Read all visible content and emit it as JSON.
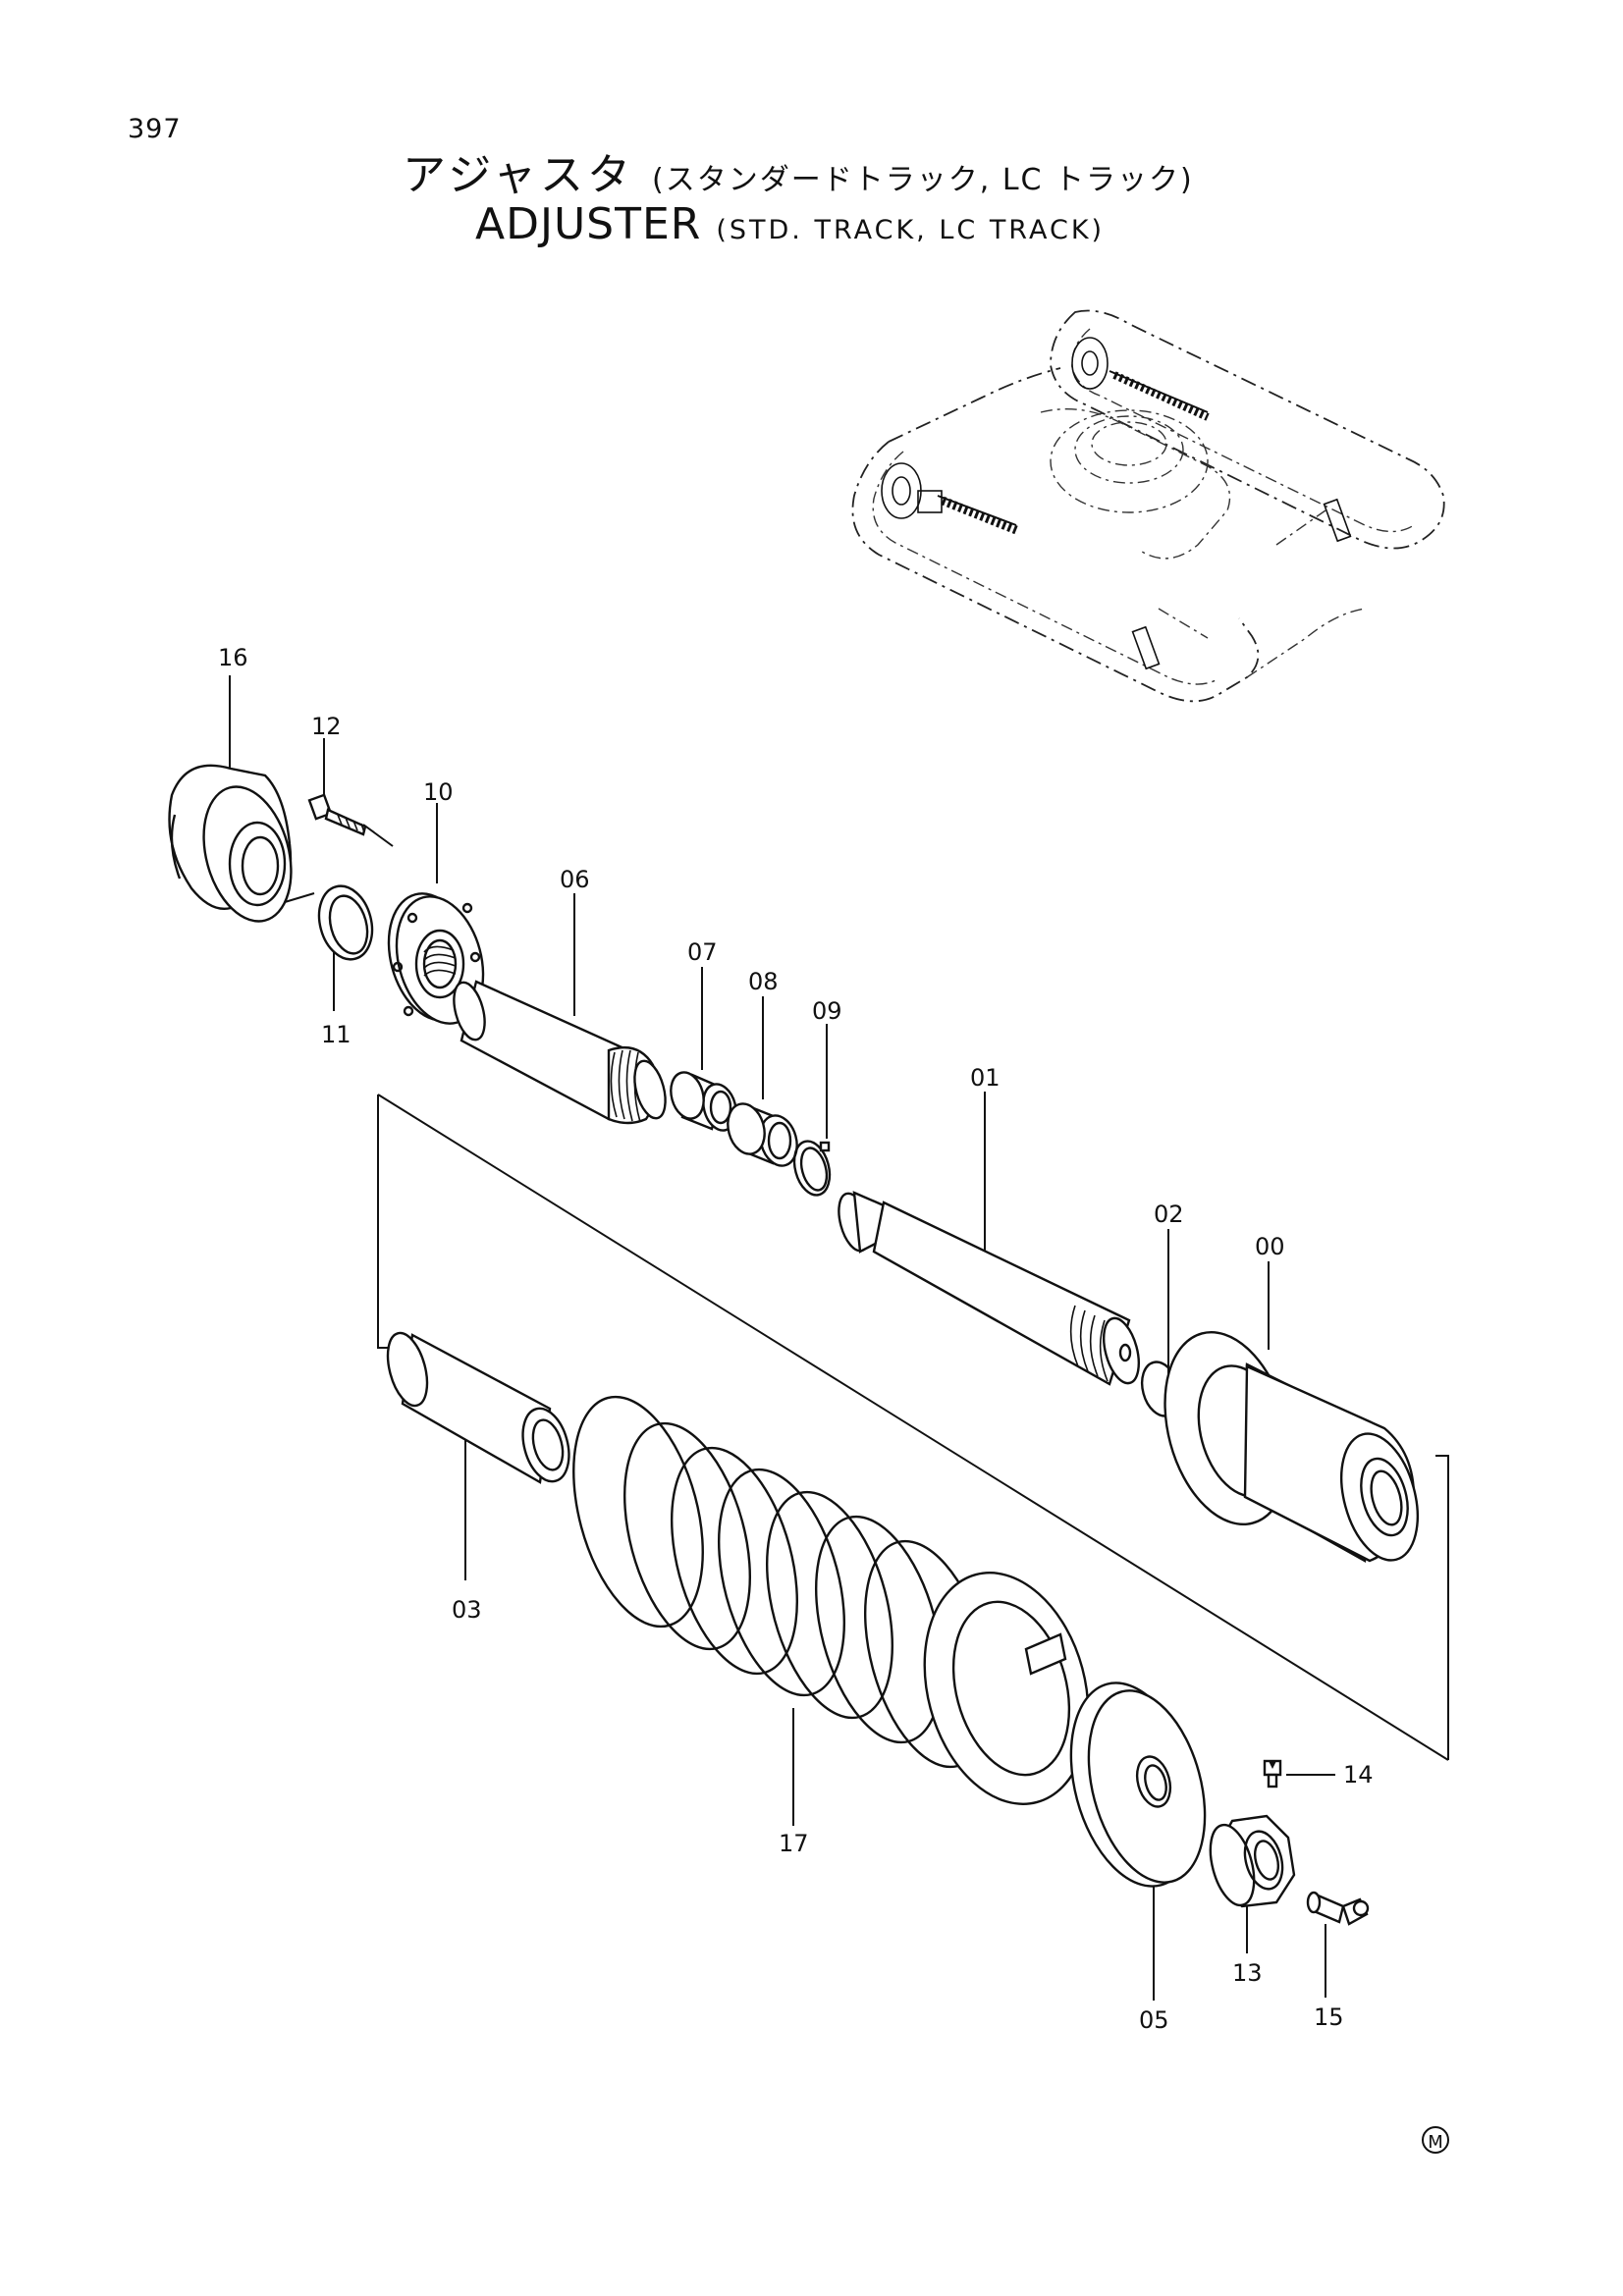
{
  "page_number": "397",
  "title_jp": {
    "main": "アジャスタ",
    "sub": "(スタンダードトラック, LC トラック)"
  },
  "title_en": {
    "main": "ADJUSTER",
    "sub": "(STD. TRACK, LC TRACK)"
  },
  "callouts": {
    "p00": "00",
    "p01": "01",
    "p02": "02",
    "p03": "03",
    "p05": "05",
    "p06": "06",
    "p07": "07",
    "p08": "08",
    "p09": "09",
    "p10": "10",
    "p11": "11",
    "p12": "12",
    "p13": "13",
    "p14": "14",
    "p15": "15",
    "p16": "16",
    "p17": "17"
  },
  "mark": "M"
}
